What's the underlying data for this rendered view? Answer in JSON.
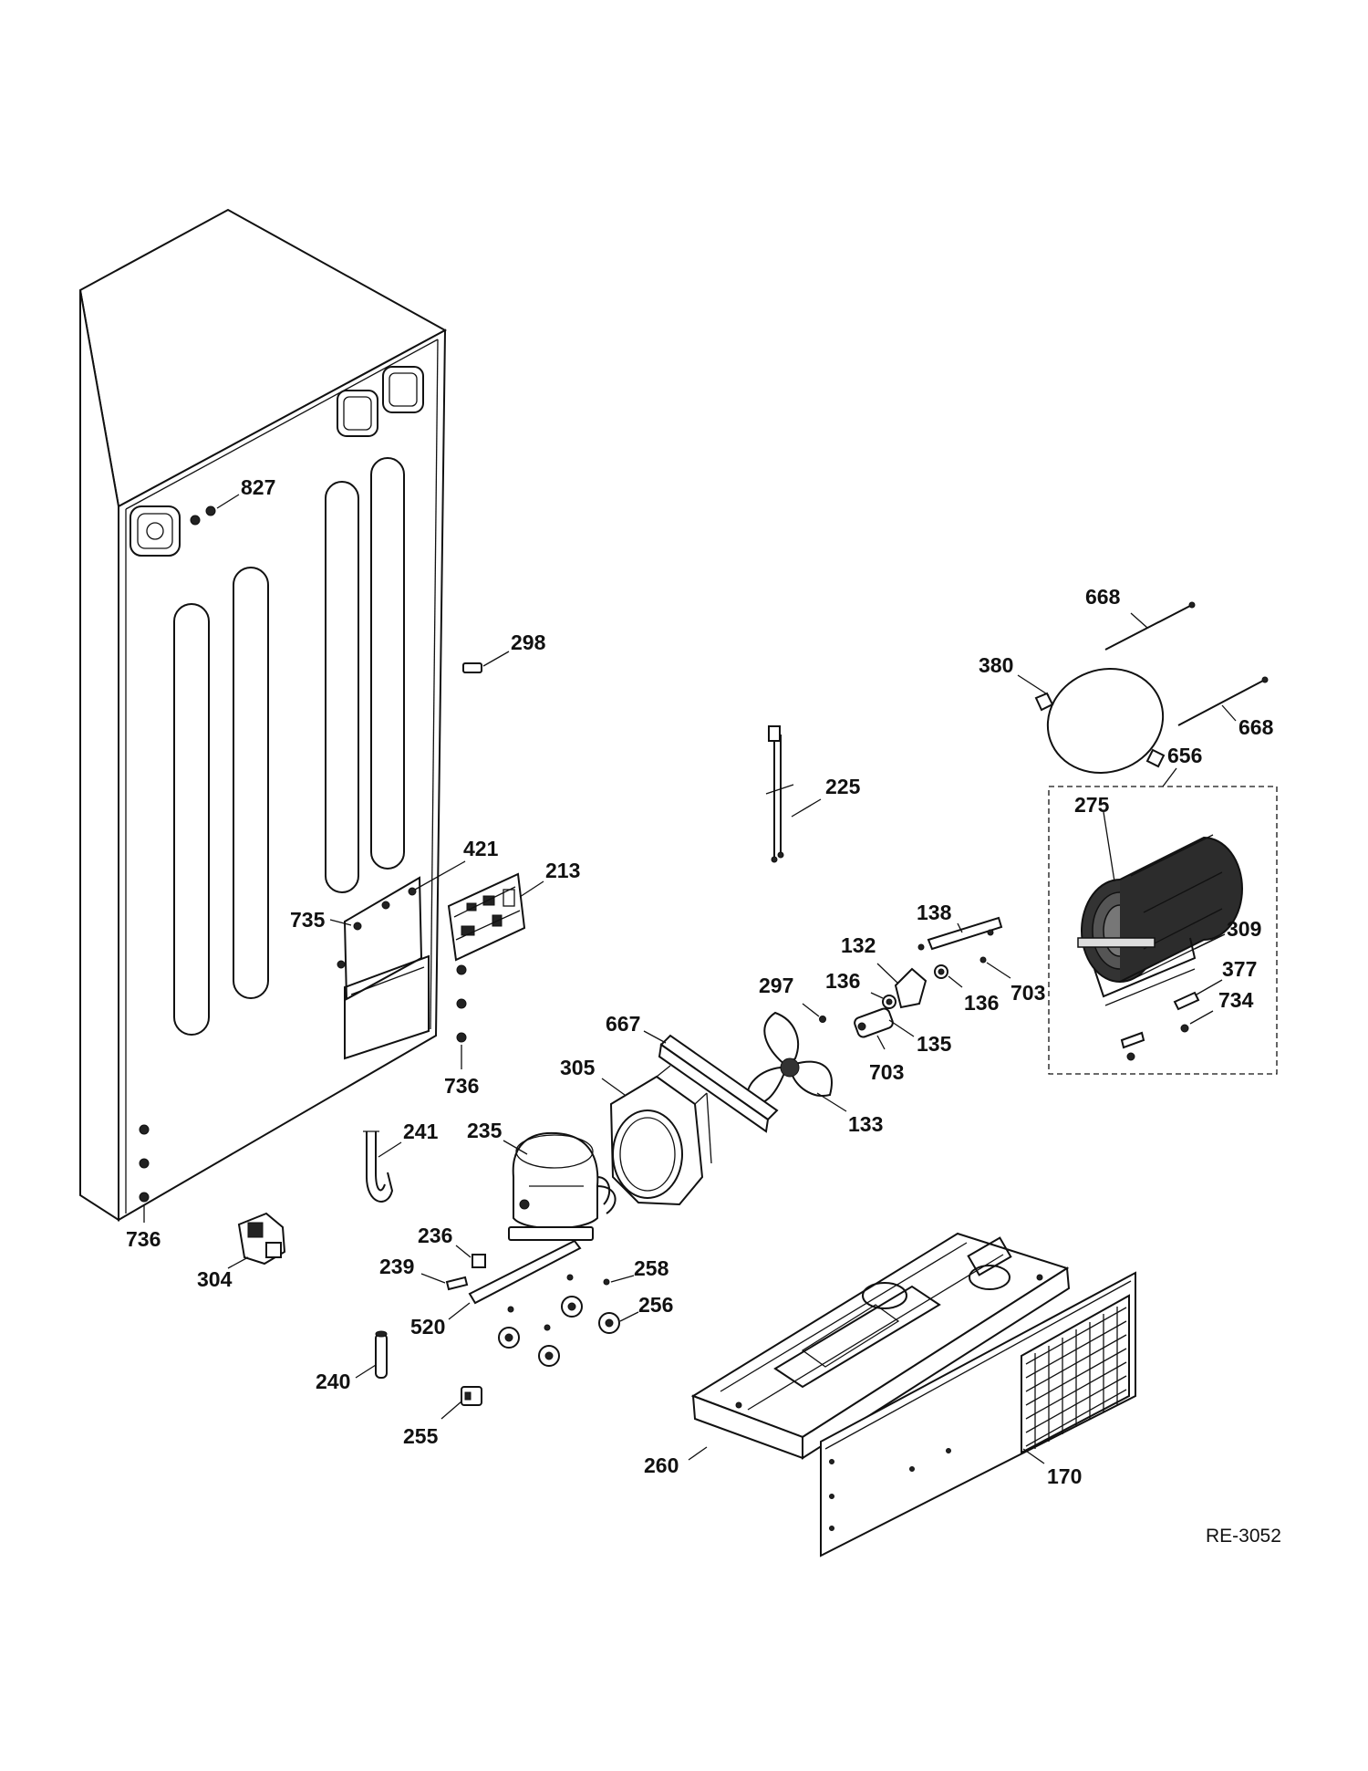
{
  "diagram": {
    "reference_code": "RE-3052",
    "part_labels": {
      "p827": "827",
      "p298": "298",
      "p421": "421",
      "p213": "213",
      "p735": "735",
      "p736a": "736",
      "p736b": "736",
      "p668a": "668",
      "p668b": "668",
      "p380": "380",
      "p656": "656",
      "p275": "275",
      "p225": "225",
      "p138": "138",
      "p132": "132",
      "p136a": "136",
      "p136b": "136",
      "p703a": "703",
      "p703b": "703",
      "p309": "309",
      "p377": "377",
      "p734": "734",
      "p297": "297",
      "p135": "135",
      "p667": "667",
      "p305": "305",
      "p133": "133",
      "p241": "241",
      "p235": "235",
      "p236": "236",
      "p239": "239",
      "p258": "258",
      "p256": "256",
      "p520": "520",
      "p304": "304",
      "p240": "240",
      "p255": "255",
      "p260": "260",
      "p170": "170"
    }
  }
}
